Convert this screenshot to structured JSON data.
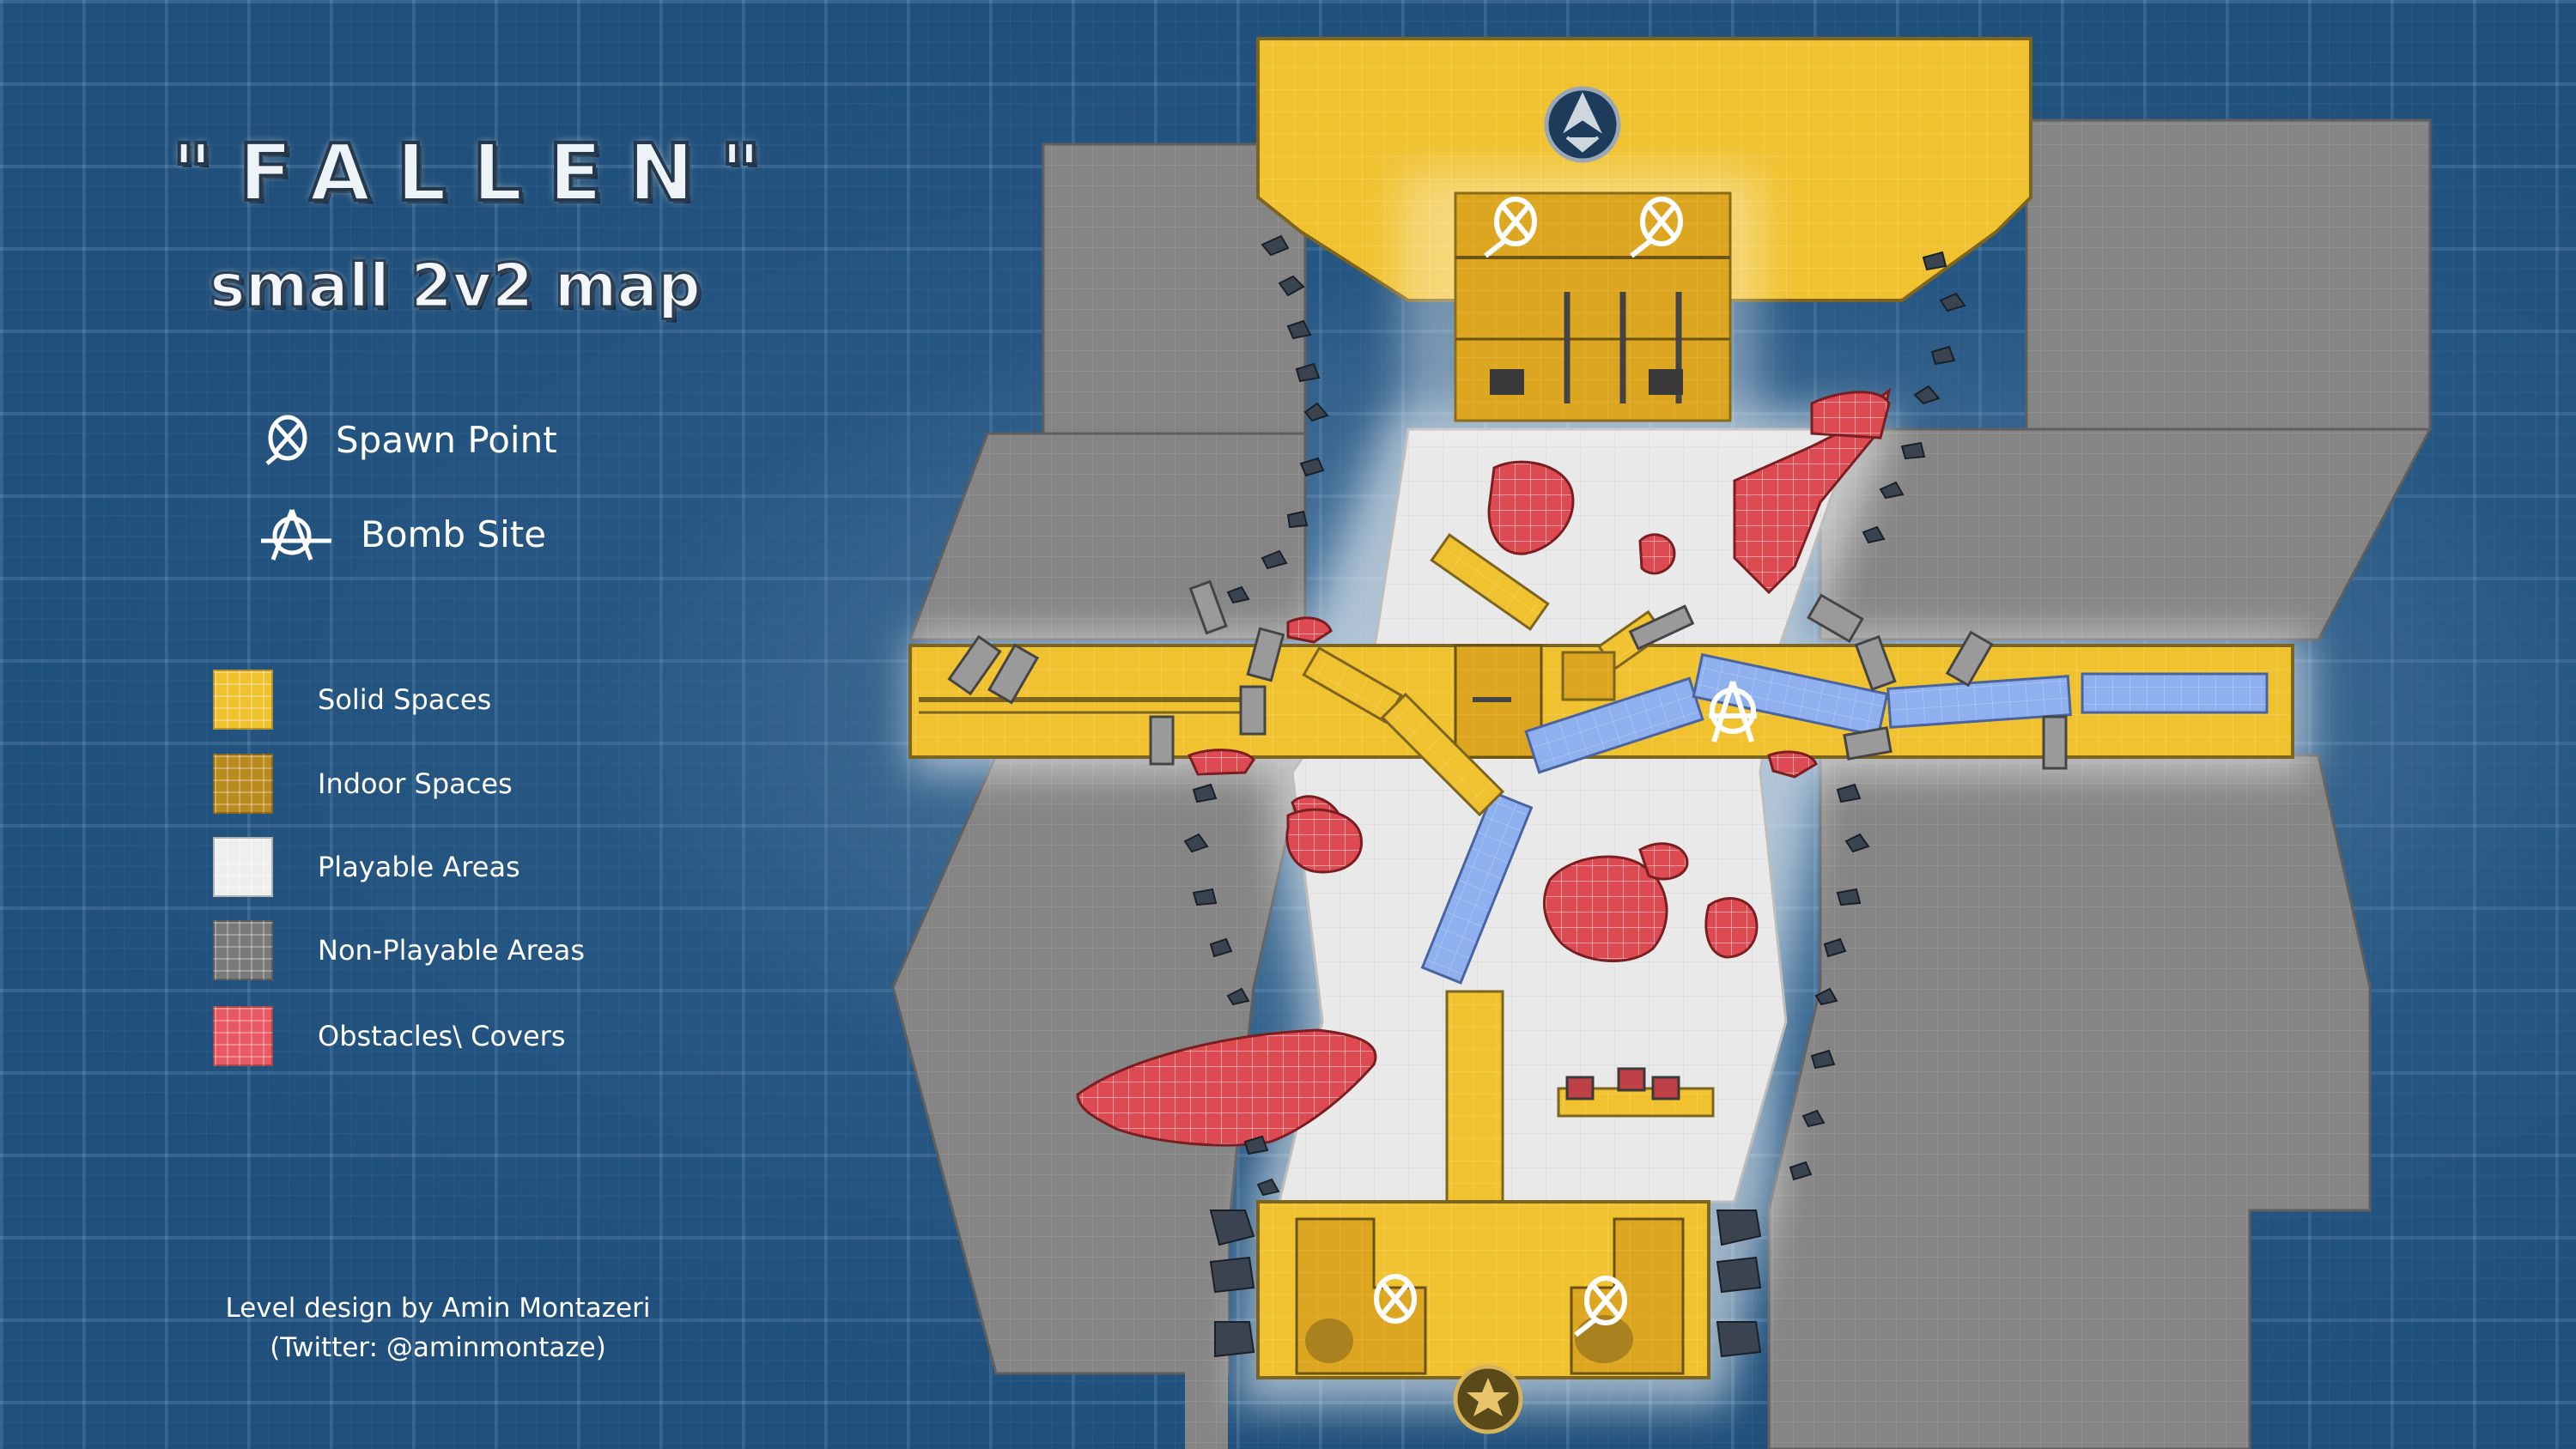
{
  "title": "\"FALLEN\"",
  "subtitle": "small 2v2 map",
  "markers": [
    {
      "label": "Spawn Point",
      "icon": "spawn-point-icon"
    },
    {
      "label": "Bomb Site",
      "icon": "bomb-site-icon"
    }
  ],
  "legend": [
    {
      "label": "Solid Spaces",
      "color": "#f0c230"
    },
    {
      "label": "Indoor Spaces",
      "color": "#b98a1e"
    },
    {
      "label": "Playable Areas",
      "color": "#eeeeee"
    },
    {
      "label": "Non-Playable Areas",
      "color": "#7a7a7a"
    },
    {
      "label": "Obstacles\\ Covers",
      "color": "#e85a63"
    }
  ],
  "credit": {
    "line1": "Level design by Amin Montazeri",
    "line2": "(Twitter: @aminmontaze)"
  },
  "colors": {
    "solid": "#f0c230",
    "indoor": "#b98a1e",
    "playable": "#e9e9e9",
    "nonplayable": "#7c7c7c",
    "obstacle": "#dd4a52",
    "cover_blue": "#8fb0ee"
  },
  "team_icons": [
    "terrorist-spawn-icon",
    "counter-terrorist-spawn-icon"
  ]
}
